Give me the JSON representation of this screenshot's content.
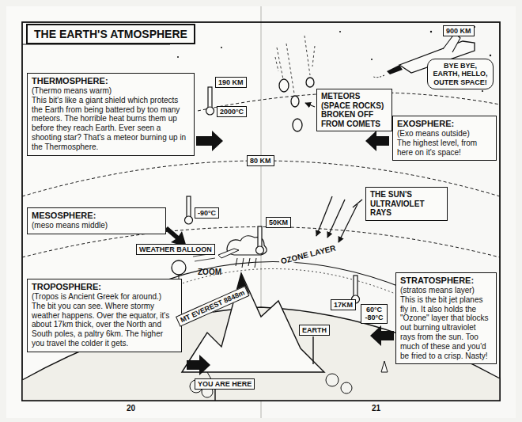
{
  "diagram": {
    "title": "THE EARTH'S ATMOSPHERE",
    "nodes": [
      {
        "text": [
          "THERMOSPHERE:",
          "(Thermo means warm)",
          "This bit's like a giant shield which protects the Earth from being battered by too many meteors. The horrible heat burns them up before they reach Earth. Ever seen a shooting star? That's a meteor burning up in the Thermosphere."
        ]
      },
      {
        "text": [
          "190 KM"
        ]
      },
      {
        "text": [
          "2000°C"
        ]
      },
      {
        "text": [
          "METEORS (SPACE ROCKS) BROKEN OFF FROM COMETS"
        ]
      },
      {
        "text": [
          "900 KM"
        ]
      },
      {
        "text": [
          "BYE BYE, EARTH, HELLO, OUTER SPACE!"
        ]
      },
      {
        "text": [
          "EXOSPHERE:",
          "(Exo means outside)",
          "The highest level, from here on it's space!"
        ]
      },
      {
        "text": [
          "80 KM"
        ]
      },
      {
        "text": [
          "MESOSPHERE:",
          "(meso means middle)"
        ]
      },
      {
        "text": [
          "-90°C"
        ]
      },
      {
        "text": [
          "THE SUN'S ULTRAVIOLET RAYS"
        ]
      },
      {
        "text": [
          "50KM"
        ]
      },
      {
        "text": [
          "WEATHER BALLOON"
        ]
      },
      {
        "text": [
          "TROPOSPHERE:",
          "(Tropos is Ancient Greek for around.)",
          "The bit you can see. Where stormy weather happens. Over the equator, it's about 17km thick, over the North and South poles, a paltry 6km. The higher you travel the colder it gets."
        ]
      },
      {
        "text": [
          "STRATOSPHERE:",
          "(stratos means layer)",
          "This is the bit jet planes fly in. It also holds the \"Ozone\" layer that blocks out burning ultraviolet rays from the sun. Too much of these and you'd be fried to a crisp. Nasty!"
        ]
      },
      {
        "text": [
          "EARTH"
        ]
      },
      {
        "text": [
          "17KM"
        ]
      },
      {
        "text": [
          "60°C -80°C"
        ]
      },
      {
        "text": [
          "MT EVEREST 8848m"
        ]
      },
      {
        "text": [
          "YOU ARE HERE"
        ]
      }
    ],
    "labels": [
      "ZOOM",
      "OZONE LAYER",
      "20",
      "21"
    ]
  }
}
